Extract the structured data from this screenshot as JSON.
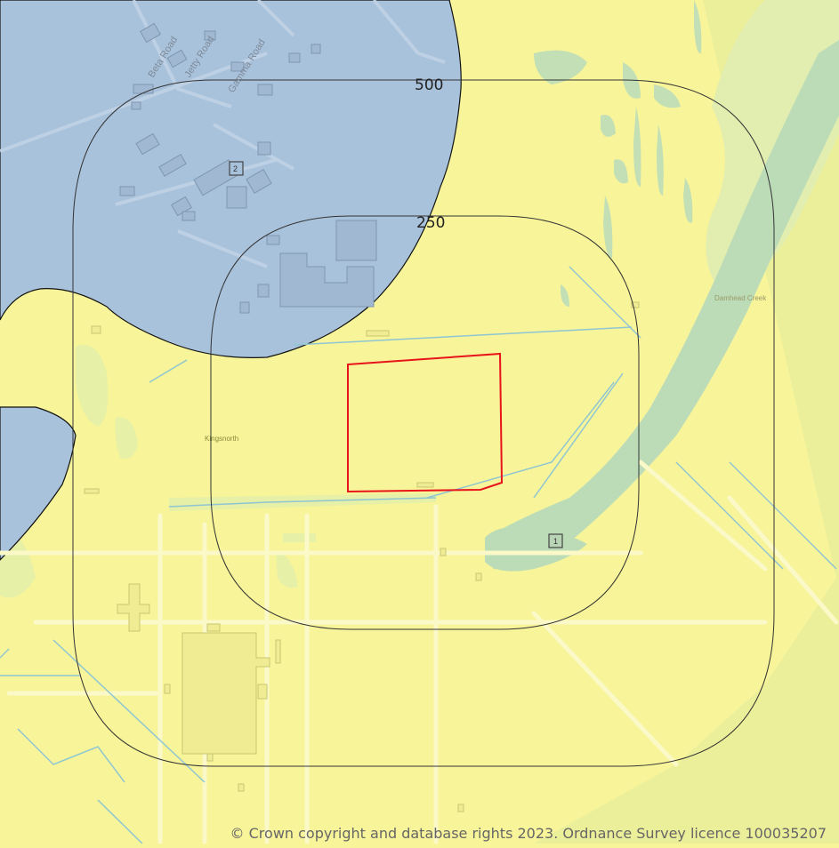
{
  "map": {
    "road_labels": [
      "Beta Road",
      "Jetty Road",
      "Gamma Road"
    ],
    "place_labels": [
      "Kingsnorth"
    ],
    "water_labels": [
      "Damhead Creek"
    ],
    "buffers": [
      {
        "distance_label": "500"
      },
      {
        "distance_label": "250"
      }
    ],
    "markers": [
      {
        "label": "1"
      },
      {
        "label": "2"
      }
    ],
    "colors": {
      "land": "#f7f49a",
      "flood_zone": "#a9c2dc",
      "water": "#bcdcb8",
      "site_boundary": "#e8141b",
      "buffer_line": "#333333"
    },
    "copyright": "© Crown copyright and database rights 2023. Ordnance Survey licence 100035207"
  }
}
